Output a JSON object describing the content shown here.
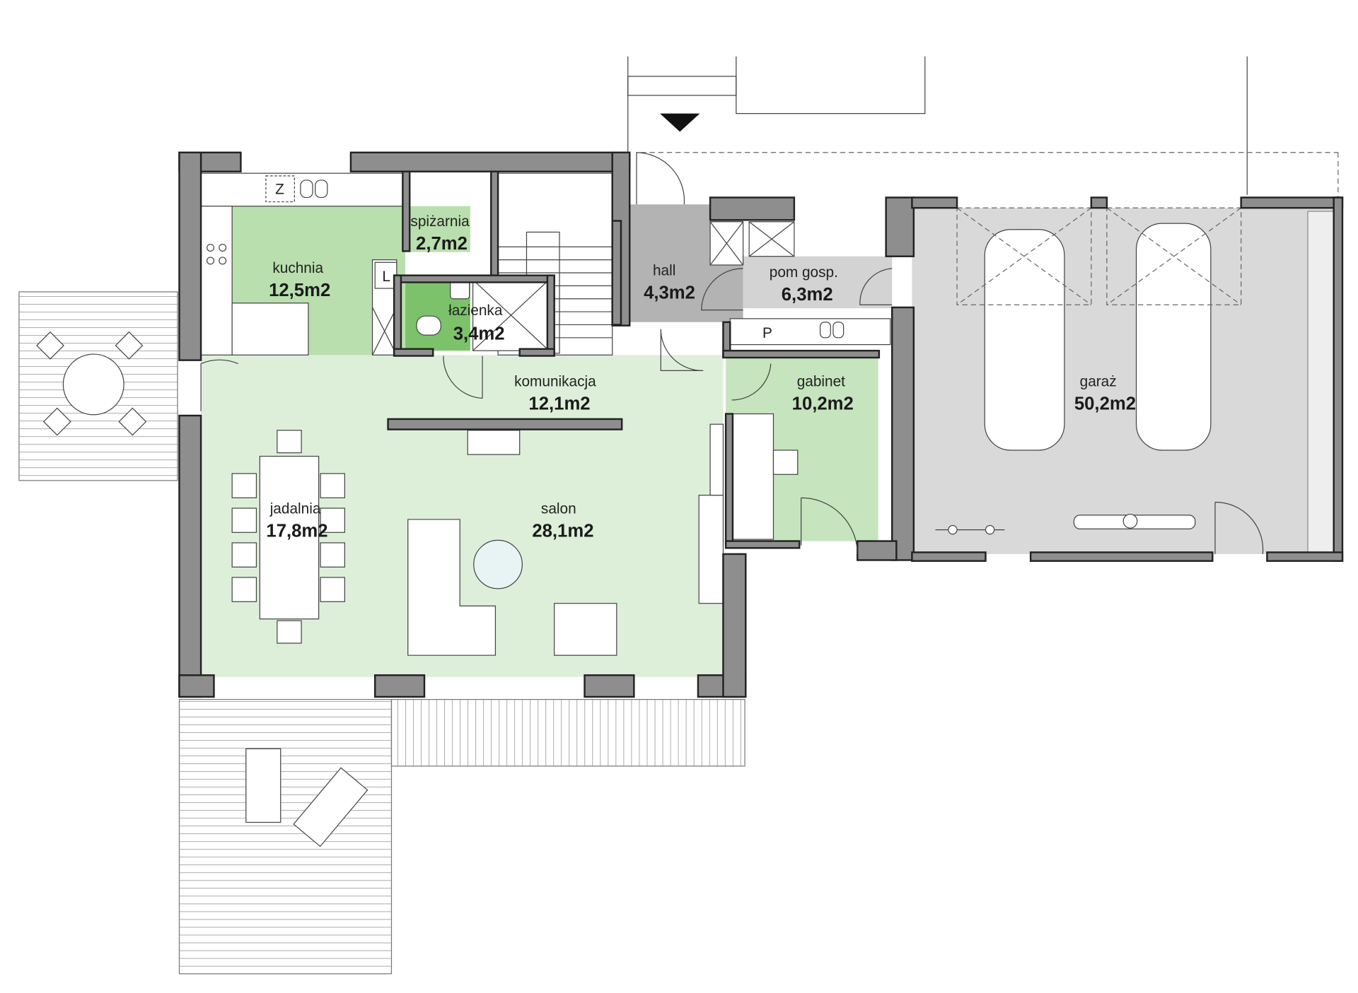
{
  "rooms": {
    "kuchnia": {
      "name": "kuchnia",
      "area": "12,5m2"
    },
    "spizarnia": {
      "name": "spiżarnia",
      "area": "2,7m2"
    },
    "lazienka": {
      "name": "łazienka",
      "area": "3,4m2"
    },
    "hall": {
      "name": "hall",
      "area": "4,3m2"
    },
    "pom_gosp": {
      "name": "pom gosp.",
      "area": "6,3m2"
    },
    "komunikacja": {
      "name": "komunikacja",
      "area": "12,1m2"
    },
    "gabinet": {
      "name": "gabinet",
      "area": "10,2m2"
    },
    "garaz": {
      "name": "garaż",
      "area": "50,2m2"
    },
    "jadalnia": {
      "name": "jadalnia",
      "area": "17,8m2"
    },
    "salon": {
      "name": "salon",
      "area": "28,1m2"
    }
  },
  "fixtures": {
    "fridge": "Z",
    "washer": "L",
    "boiler": "P"
  },
  "colors": {
    "wall": "#8e8e8e",
    "living": "#ddefd9",
    "kitchen": "#b9dfae",
    "bath": "#7cc26a",
    "gabinet": "#c6e4bd",
    "hall": "#b3b3b3",
    "utility": "#d3d3d3",
    "garage": "#d9d9d9"
  }
}
